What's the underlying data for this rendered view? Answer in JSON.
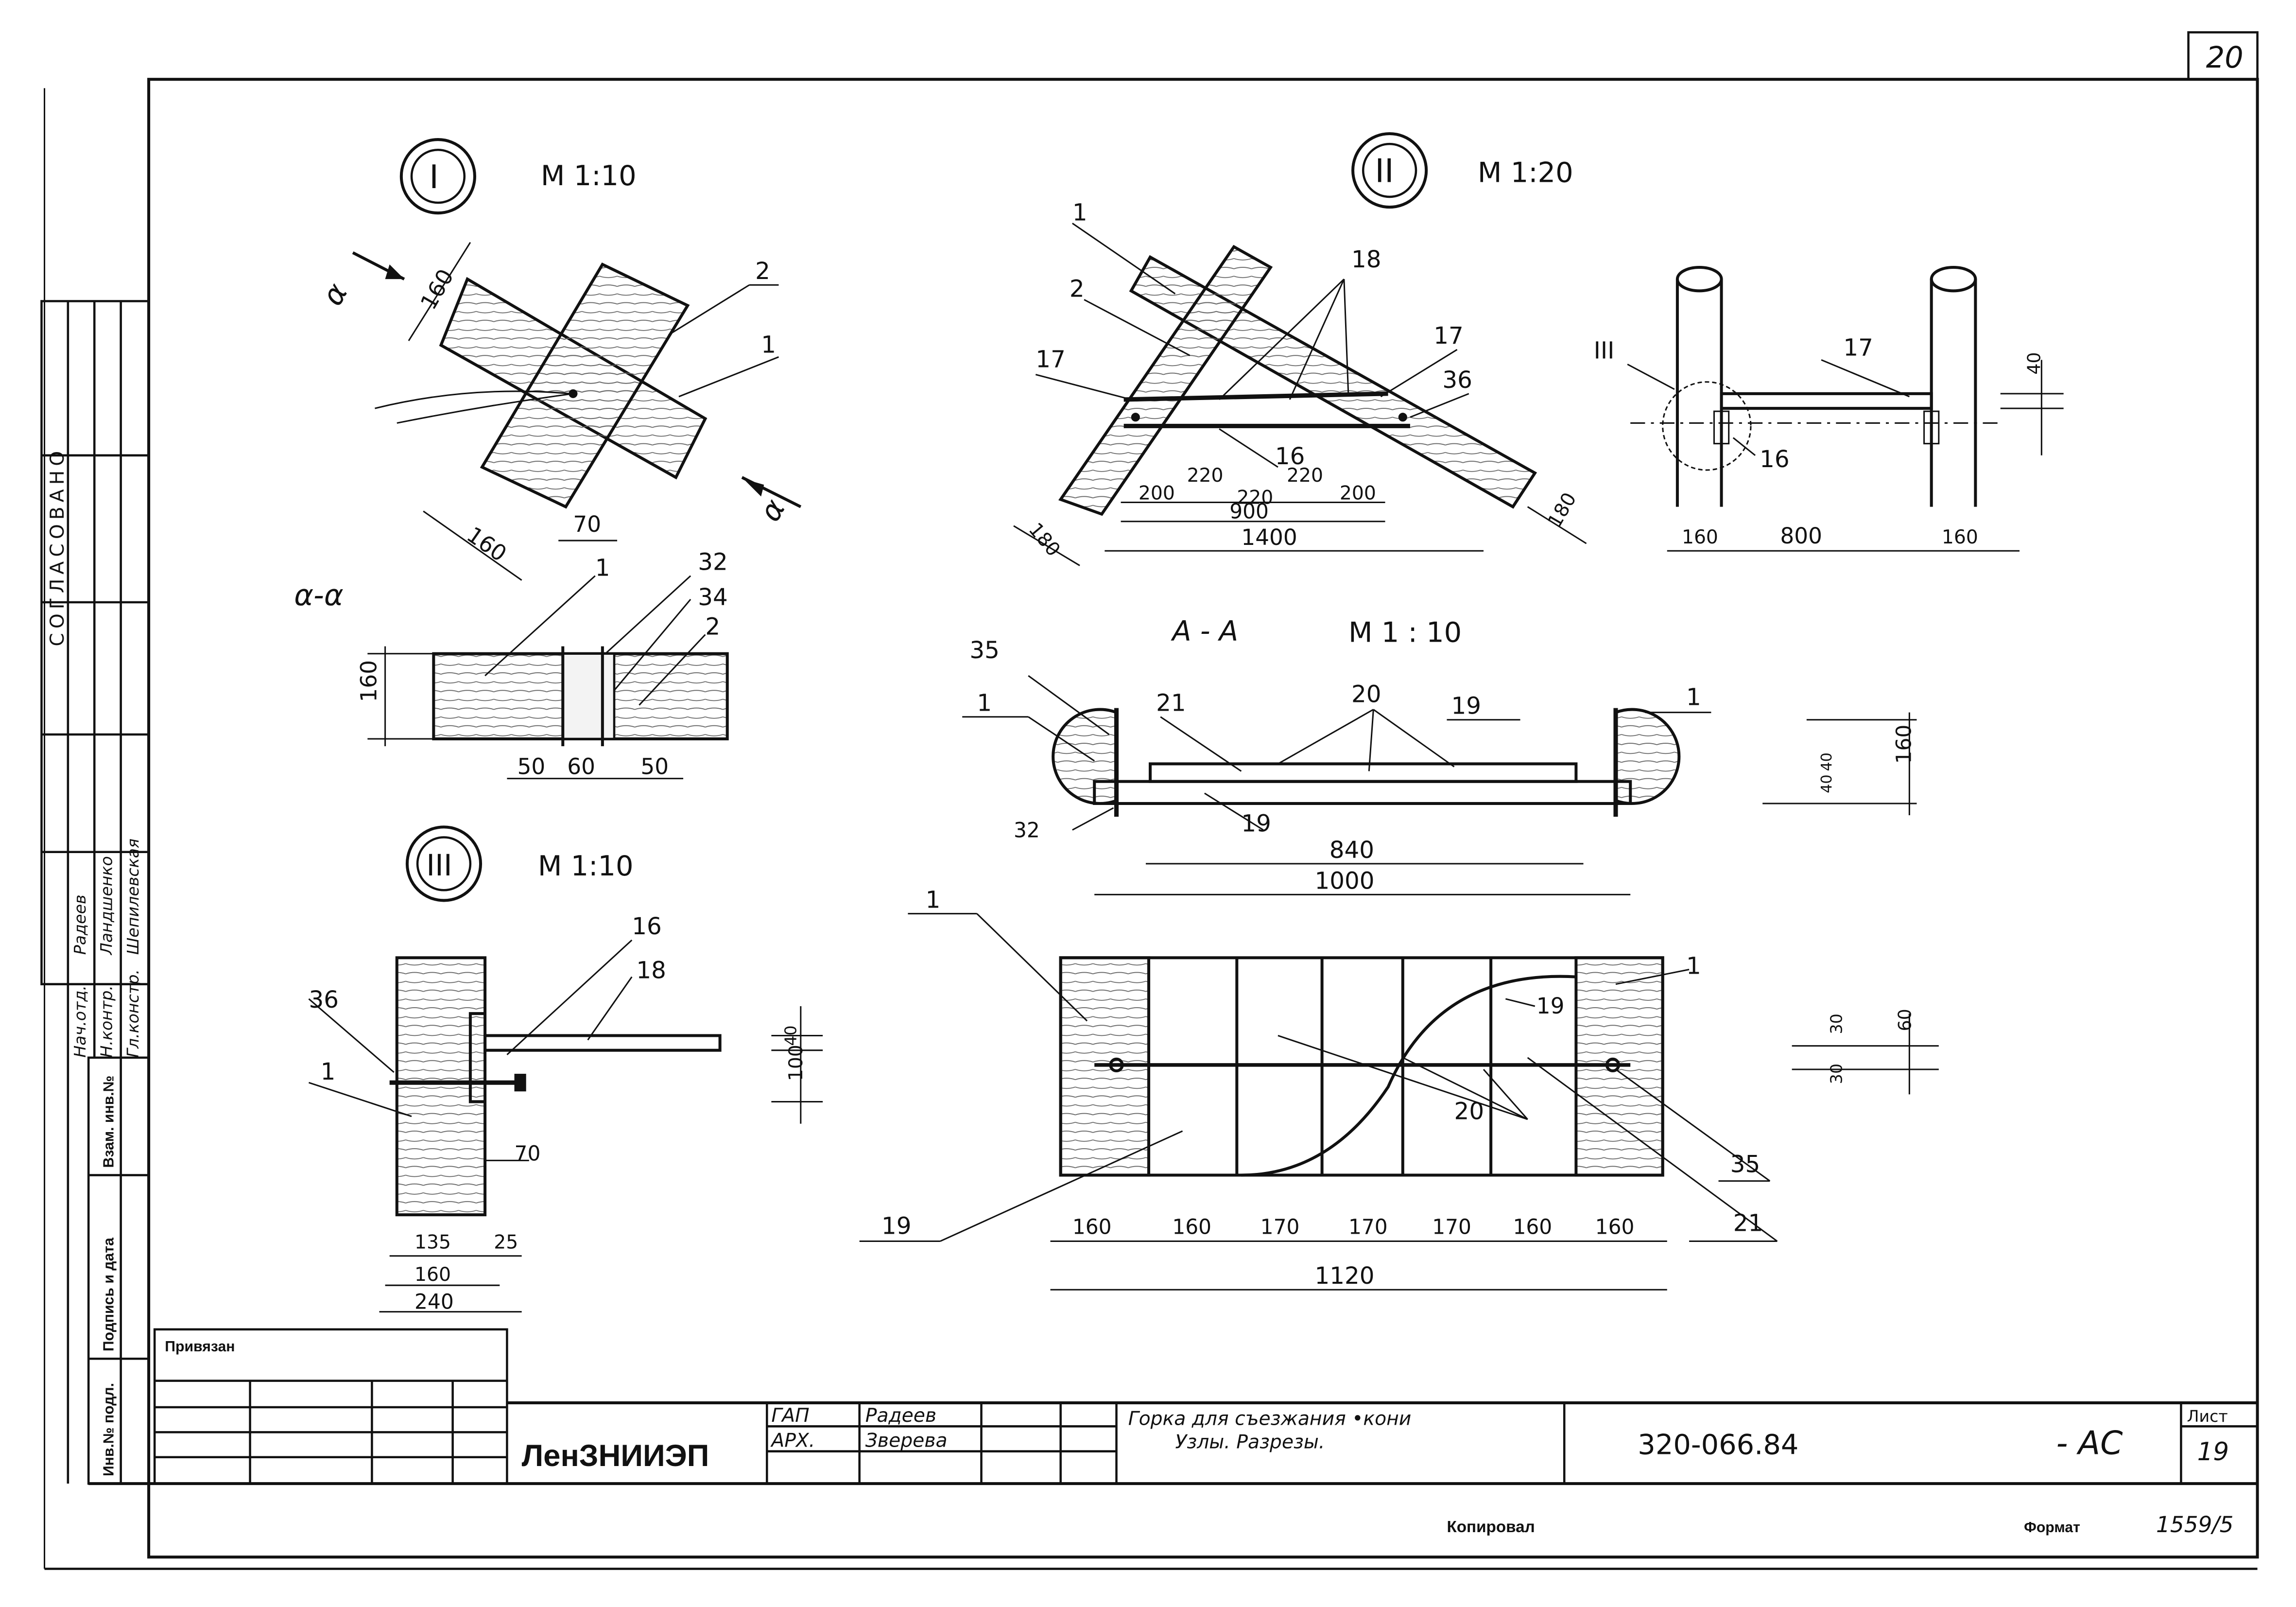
{
  "sheet": {
    "corner_page_number": "20",
    "sheet_label": "Лист",
    "sheet_number": "19",
    "copied_label": "Копировал",
    "format_label": "Формат",
    "format_value": "1559/5"
  },
  "side_strip": {
    "agreed": "СОГЛАСОВАНО",
    "inv_no_label": "Инв.№ подл.",
    "sign_date_label": "Подпись и дата",
    "replace_inv_label": "Взам. инв.№",
    "staff": [
      {
        "role": "Нач.отд.",
        "name": "Радеев"
      },
      {
        "role": "Н.контр.",
        "name": "Ландшенко"
      },
      {
        "role": "Гл.констр.",
        "name": "Шепилевская"
      }
    ]
  },
  "title_block": {
    "privyazan": "Привязан",
    "org": "ЛенЗНИИЭП",
    "rows": [
      {
        "role": "ГАП",
        "name": "Радеев"
      },
      {
        "role": "АРХ.",
        "name": "Зверева"
      }
    ],
    "title_line1": "Горка для съезжания •кони",
    "title_line2": "Узлы. Разрезы.",
    "code": "320-066.84",
    "suffix": "- АС"
  },
  "node_I": {
    "mark": "I",
    "scale": "М  1:10",
    "alpha": "α",
    "section_label": "α-α",
    "dims": {
      "d160a": "160",
      "d160b": "160",
      "d70": "70",
      "d160h": "160",
      "d50a": "50",
      "d60": "60",
      "d50b": "50"
    },
    "leaders": {
      "p1": "1",
      "p2": "2",
      "p1b": "1",
      "p32": "32",
      "p34": "34",
      "p2b": "2"
    }
  },
  "node_II": {
    "mark": "II",
    "scale": "М  1:20",
    "leaders": {
      "p1": "1",
      "p2": "2",
      "p17a": "17",
      "p18": "18",
      "p17b": "17",
      "p36": "36",
      "p16": "16"
    },
    "dims": {
      "d200a": "200",
      "d220a": "220",
      "d220b": "220",
      "d220c": "220",
      "d200b": "200",
      "d900": "900",
      "d1400": "1400",
      "d180a": "180",
      "d180b": "180"
    }
  },
  "node_II_side": {
    "mark_III": "III",
    "leaders": {
      "p17": "17",
      "p16": "16"
    },
    "dims": {
      "d40": "40",
      "d160a": "160",
      "d800": "800",
      "d160b": "160"
    }
  },
  "section_AA": {
    "title": "А - А",
    "scale": "М     1 : 10",
    "leaders": {
      "p35": "35",
      "p1a": "1",
      "p21": "21",
      "p20": "20",
      "p19a": "19",
      "p1b": "1",
      "p19b": "19",
      "p32": "32"
    },
    "dims": {
      "d840": "840",
      "d1000": "1000",
      "d160": "160",
      "d40a": "40",
      "d40b": "40"
    }
  },
  "plan_view": {
    "leaders": {
      "p1a": "1",
      "p1b": "1",
      "p19a": "19",
      "p20": "20",
      "p35": "35",
      "p21": "21",
      "p19b": "19"
    },
    "dims": [
      "160",
      "160",
      "170",
      "170",
      "170",
      "160",
      "160"
    ],
    "total": "1120",
    "side_dims": {
      "d30a": "30",
      "d60": "60",
      "d30b": "30"
    }
  },
  "node_III": {
    "mark": "III",
    "scale": "М  1:10",
    "leaders": {
      "p36": "36",
      "p16": "16",
      "p18": "18",
      "p1": "1"
    },
    "dims": {
      "d70": "70",
      "d100": "100",
      "d40": "40",
      "d135": "135",
      "d25": "25",
      "d160": "160",
      "d240": "240"
    }
  }
}
